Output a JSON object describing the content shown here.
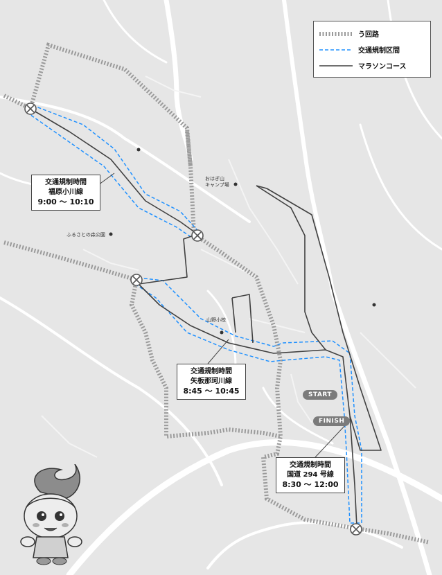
{
  "legend": {
    "detour_label": "う回路",
    "restriction_label": "交通規制区間",
    "course_label": "マラソンコース"
  },
  "callouts": [
    {
      "title": "交通規制時間",
      "road": "福原小川線",
      "time": "9:00 ～ 10:10"
    },
    {
      "title": "交通規制時間",
      "road": "矢板那珂川線",
      "time": "8:45 ～ 10:45"
    },
    {
      "title": "交通規制時間",
      "road": "国道 294 号線",
      "time": "8:30 ～ 12:00"
    }
  ],
  "badges": {
    "start": "START",
    "finish": "FINISH"
  },
  "place_labels": {
    "campground": "おはぎ山\nキャンプ場",
    "park": "ふるさとの森公園",
    "school": "山野小校"
  },
  "colors": {
    "background": "#e6e6e6",
    "road": "#ffffff",
    "detour": "#9a9a9a",
    "restriction": "#1e90ff",
    "course": "#404040"
  }
}
